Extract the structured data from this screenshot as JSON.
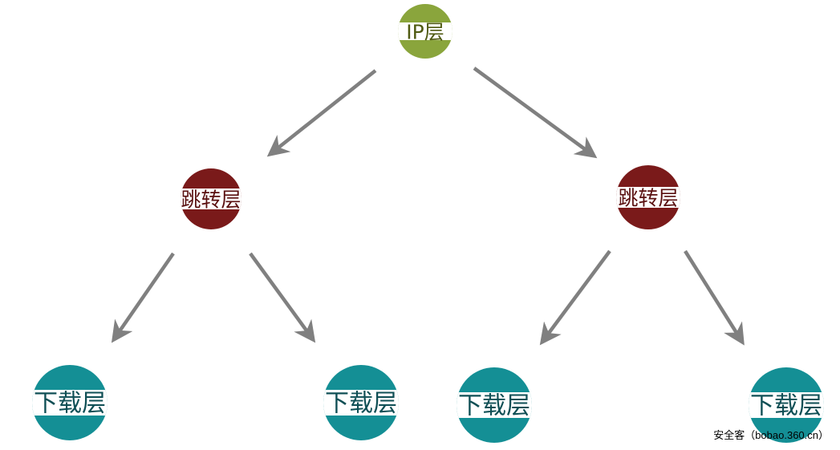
{
  "colors": {
    "ip_layer": "#8aa53c",
    "redirect_layer": "#7a1a1a",
    "download_layer": "#148f95",
    "arrow": "#808080",
    "band": "#ffffff",
    "ip_text": "#4f5a12",
    "redirect_text": "#5a1010",
    "download_text": "#0f4f55"
  },
  "nodes": {
    "ip": {
      "label": "IP层",
      "level": "ip"
    },
    "redirect_left": {
      "label": "跳转层",
      "level": "redirect"
    },
    "redirect_right": {
      "label": "跳转层",
      "level": "redirect"
    },
    "download_1": {
      "label": "下载层",
      "level": "download"
    },
    "download_2": {
      "label": "下载层",
      "level": "download"
    },
    "download_3": {
      "label": "下载层",
      "level": "download"
    },
    "download_4": {
      "label": "下载层",
      "level": "download"
    }
  },
  "edges": [
    {
      "from": "ip",
      "to": "redirect_left"
    },
    {
      "from": "ip",
      "to": "redirect_right"
    },
    {
      "from": "redirect_left",
      "to": "download_1"
    },
    {
      "from": "redirect_left",
      "to": "download_2"
    },
    {
      "from": "redirect_right",
      "to": "download_3"
    },
    {
      "from": "redirect_right",
      "to": "download_4"
    }
  ],
  "watermark": "安全客（bobao.360.cn）"
}
